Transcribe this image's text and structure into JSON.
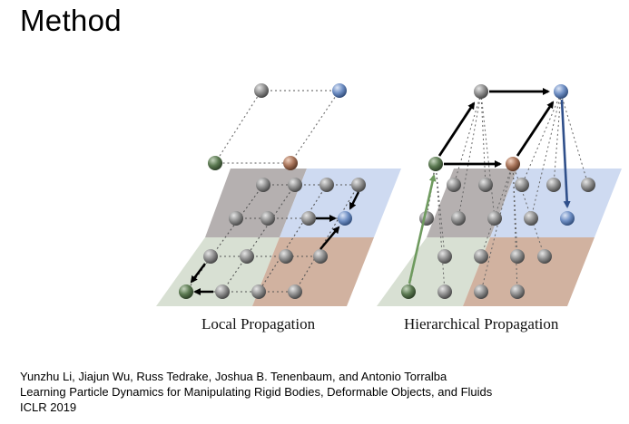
{
  "slide": {
    "title": "Method"
  },
  "figure": {
    "left_caption": "Local Propagation",
    "right_caption": "Hierarchical Propagation",
    "colors": {
      "region_gray": "#a8a2a2",
      "region_blue": "#c9d6ef",
      "region_green": "#d4ddce",
      "region_brown": "#c9a58f",
      "node_gray": "#8f8f8f",
      "node_blue": "#6f8fc4",
      "node_green": "#5c7a52",
      "node_brown": "#a8745a",
      "arrow_black": "#000000",
      "arrow_blue": "#2f4f8a",
      "arrow_green": "#6e9a5e"
    }
  },
  "citation": {
    "authors": "Yunzhu Li, Jiajun Wu, Russ Tedrake, Joshua B. Tenenbaum, and Antonio Torralba",
    "paper_title": "Learning Particle Dynamics for Manipulating Rigid Bodies, Deformable Objects, and Fluids",
    "venue": "ICLR 2019"
  }
}
